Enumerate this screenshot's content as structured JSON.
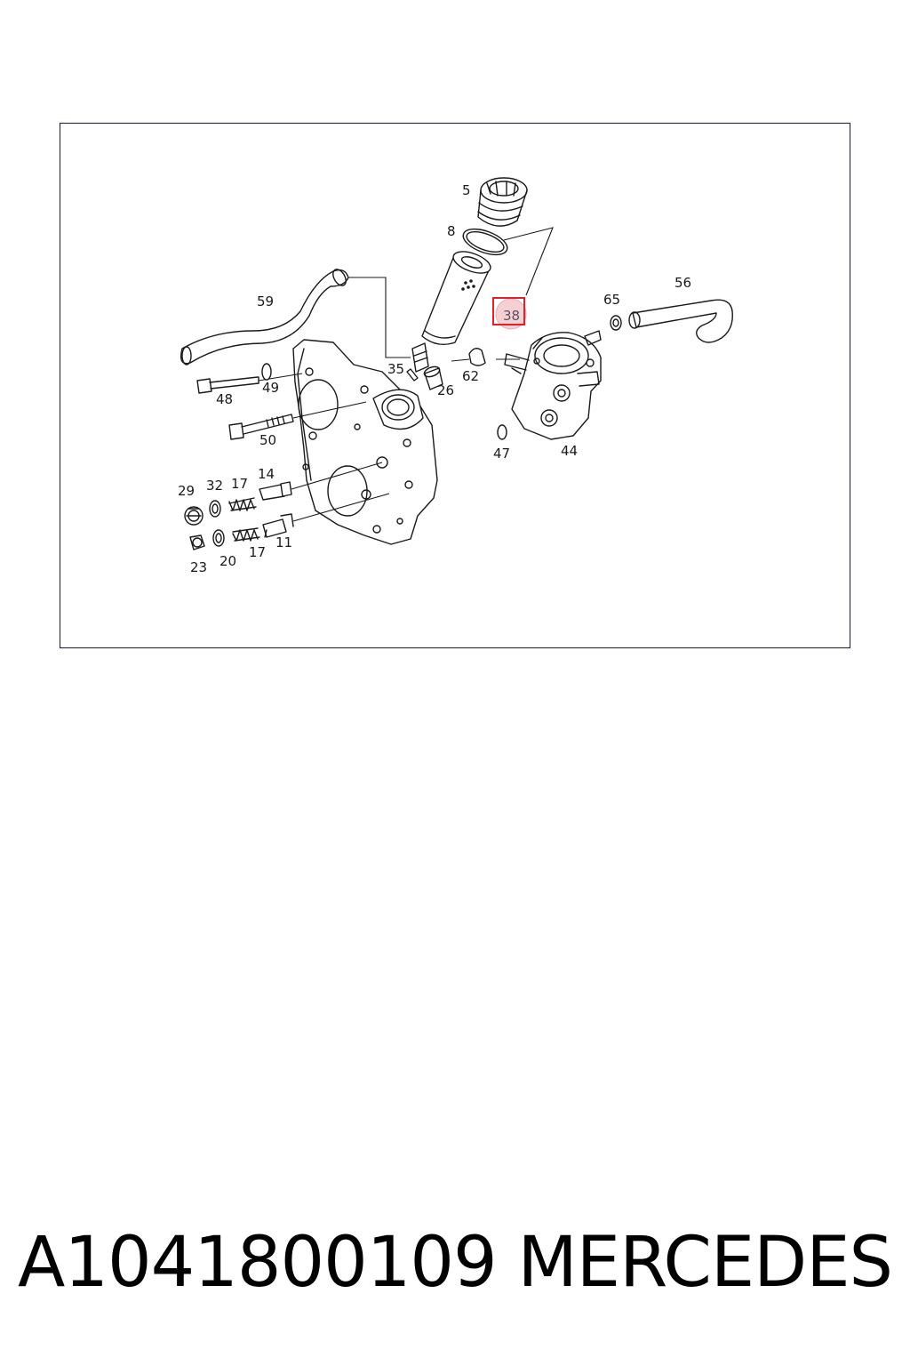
{
  "diagram": {
    "callouts": [
      {
        "id": "5",
        "label": "5"
      },
      {
        "id": "8",
        "label": "8"
      },
      {
        "id": "38",
        "label": "38",
        "highlighted": true
      },
      {
        "id": "59",
        "label": "59"
      },
      {
        "id": "35",
        "label": "35"
      },
      {
        "id": "62",
        "label": "62"
      },
      {
        "id": "26",
        "label": "26"
      },
      {
        "id": "65",
        "label": "65"
      },
      {
        "id": "56",
        "label": "56"
      },
      {
        "id": "48",
        "label": "48"
      },
      {
        "id": "49",
        "label": "49"
      },
      {
        "id": "50",
        "label": "50"
      },
      {
        "id": "47",
        "label": "47"
      },
      {
        "id": "44",
        "label": "44"
      },
      {
        "id": "29",
        "label": "29"
      },
      {
        "id": "32",
        "label": "32"
      },
      {
        "id": "17a",
        "label": "17"
      },
      {
        "id": "14",
        "label": "14"
      },
      {
        "id": "23",
        "label": "23"
      },
      {
        "id": "20",
        "label": "20"
      },
      {
        "id": "17b",
        "label": "17"
      },
      {
        "id": "11",
        "label": "11"
      }
    ],
    "highlight_color": "#e0202a"
  },
  "footer": {
    "part_number": "A1041800109",
    "brand": "MERCEDES"
  }
}
